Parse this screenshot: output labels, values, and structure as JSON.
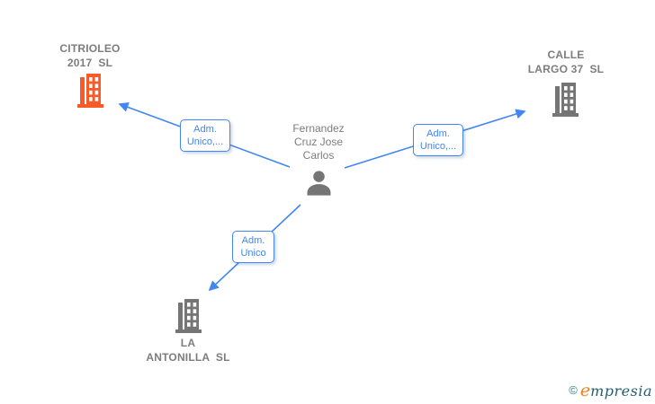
{
  "diagram": {
    "type": "corporate-relationship-network",
    "background": "#ffffff"
  },
  "colors": {
    "edge_blue": "#4285f4",
    "label_gray": "#7d7d7d",
    "building_orange": "#f95a28",
    "building_gray": "#757575",
    "person_gray": "#757575",
    "logo_orange": "#ef7f1a",
    "logo_teal": "#235e70",
    "logo_copyright_teal": "#2a7f8f"
  },
  "nodes": {
    "citrioleo": {
      "label": "CITRIOLEO\n2017  SL",
      "icon": "building-icon",
      "icon_color": "#f95a28"
    },
    "calle_largo": {
      "label": "CALLE\nLARGO 37  SL",
      "icon": "building-icon",
      "icon_color": "#757575"
    },
    "person": {
      "label": "Fernandez\nCruz Jose\nCarlos",
      "icon": "person-icon",
      "icon_color": "#757575"
    },
    "la_antonilla": {
      "label": "LA\nANTONILLA  SL",
      "icon": "building-icon",
      "icon_color": "#757575"
    }
  },
  "edges": [
    {
      "from": "person",
      "to": "citrioleo",
      "label": "Adm.\nUnico,..."
    },
    {
      "from": "person",
      "to": "calle_largo",
      "label": "Adm.\nUnico,..."
    },
    {
      "from": "person",
      "to": "la_antonilla",
      "label": "Adm.\nUnico"
    }
  ],
  "footer": {
    "copyright": "©",
    "brand_first_letter": "e",
    "brand_rest": "mpresia"
  }
}
